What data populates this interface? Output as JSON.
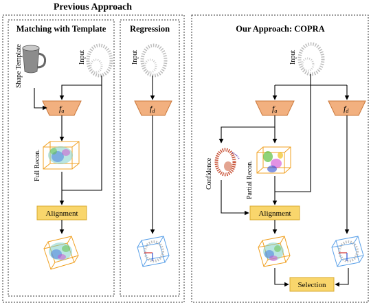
{
  "header": {
    "previous_title": "Previous Approach",
    "template_title": "Matching with Template",
    "regression_title": "Regression",
    "ours_title": "Our Approach: COPRA"
  },
  "labels": {
    "shape_template": "Shape Template",
    "input": "Input",
    "full_recon": "Full Recon.",
    "confidence": "Confidence",
    "partial_recon": "Partial Recon.",
    "alignment": "Alignment",
    "selection": "Selection",
    "encoder_a_base": "f",
    "encoder_a_sub": "a",
    "encoder_d_base": "f",
    "encoder_d_sub": "d"
  },
  "colors": {
    "alignment_box": "#f9d66c",
    "encoder": "#f2b07f",
    "template_bbox": "#f0a020",
    "regression_bbox": "#5aa0e8",
    "confidence_cloud": "#c9553a"
  }
}
